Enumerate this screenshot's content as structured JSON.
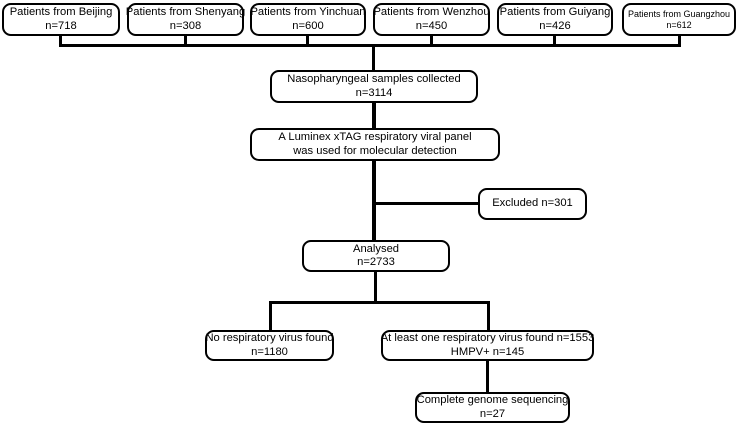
{
  "diagram": {
    "title": "Patient enrollment and sample analysis flow",
    "line_color": "#000000",
    "box_border_color": "#000000",
    "background_color": "#ffffff"
  },
  "sources": [
    {
      "label": "Patients from Beijing",
      "count": "n=718"
    },
    {
      "label": "Patients from Shenyang",
      "count": "n=308"
    },
    {
      "label": "Patients from Yinchuan",
      "count": "n=600"
    },
    {
      "label": "Patients from Wenzhou",
      "count": "n=450"
    },
    {
      "label": "Patients from Guiyang",
      "count": "n=426"
    },
    {
      "label": "Patients from Guangzhou",
      "count": "n=612"
    }
  ],
  "steps": {
    "collected": {
      "line1": "Nasopharyngeal samples collected",
      "line2": "n=3114"
    },
    "method": {
      "line1": "A Luminex  xTAG respiratory viral panel",
      "line2": "was used for molecular detection"
    },
    "excluded": {
      "line1": "Excluded n=301"
    },
    "analysed": {
      "line1": "Analysed",
      "line2": "n=2733"
    },
    "negative": {
      "line1": "No respiratory virus found",
      "line2": "n=1180"
    },
    "positive": {
      "line1": "At least one respiratory virus found n=1553",
      "line2": "HMPV+ n=145"
    },
    "sequencing": {
      "line1": "Complete genome sequencing",
      "line2": "n=27"
    }
  }
}
